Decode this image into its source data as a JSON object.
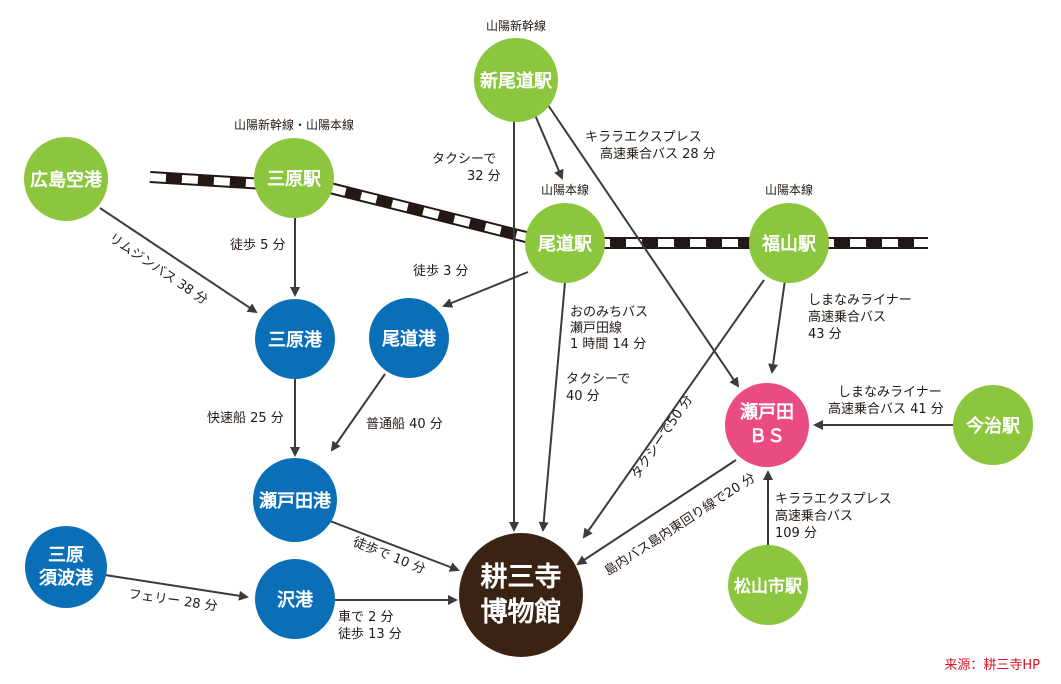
{
  "colors": {
    "green": "#8cc63f",
    "blue": "#0b6fb8",
    "pink": "#e94b82",
    "brown": "#3b2314",
    "arrow": "#3e3a39",
    "source": "#d9131f"
  },
  "nodes": {
    "shin_onomichi": {
      "label": "新尾道駅",
      "caption": "山陽新幹線"
    },
    "mihara_sta": {
      "label": "三原駅",
      "caption": "山陽新幹線・山陽本線"
    },
    "hiroshima_airport": {
      "label": "広島空港"
    },
    "onomichi_sta": {
      "label": "尾道駅",
      "caption": "山陽本線"
    },
    "fukuyama_sta": {
      "label": "福山駅",
      "caption": "山陽本線"
    },
    "mihara_port": {
      "label": "三原港"
    },
    "onomichi_port": {
      "label": "尾道港"
    },
    "setoda_bs": {
      "line1": "瀬戸田",
      "line2": "ＢＳ"
    },
    "imabari_sta": {
      "label": "今治駅"
    },
    "setoda_port": {
      "label": "瀬戸田港"
    },
    "mihara_suna_port": {
      "line1": "三原",
      "line2": "須波港"
    },
    "sawa_port": {
      "label": "沢港"
    },
    "matsuyama_sta": {
      "label": "松山市駅"
    },
    "museum": {
      "line1": "耕三寺",
      "line2": "博物館"
    }
  },
  "routes": {
    "taxi_32": [
      "タクシーで",
      "32 分"
    ],
    "kirara_28": [
      "キララエクスプレス",
      "高速乗合バス 28 分"
    ],
    "walk_5": "徒歩 5 分",
    "limousine_38": "リムジンバス 38 分",
    "walk_3": "徒歩 3 分",
    "onomichi_bus": [
      "おのみちバス",
      "瀬戸田線",
      "1 時間 14 分"
    ],
    "taxi_40": [
      "タクシーで",
      "40 分"
    ],
    "shimanami_43": [
      "しまなみライナー",
      "高速乗合バス",
      "43 分"
    ],
    "taxi_50": "タクシーで50 分",
    "shimanami_41": [
      "しまなみライナー",
      "高速乗合バス 41 分"
    ],
    "fast_boat_25": "快速船 25 分",
    "ferry_40": "普通船 40 分",
    "island_bus_20": "島内バス島内東回り線で20 分",
    "kirara_109": [
      "キララエクスプレス",
      "高速乗合バス",
      "109 分"
    ],
    "walk_10": "徒歩で 10 分",
    "ferry_28": "フェリー 28 分",
    "car_walk": [
      "車で 2 分",
      "徒歩 13 分"
    ]
  },
  "source": "来源：耕三寺HP"
}
